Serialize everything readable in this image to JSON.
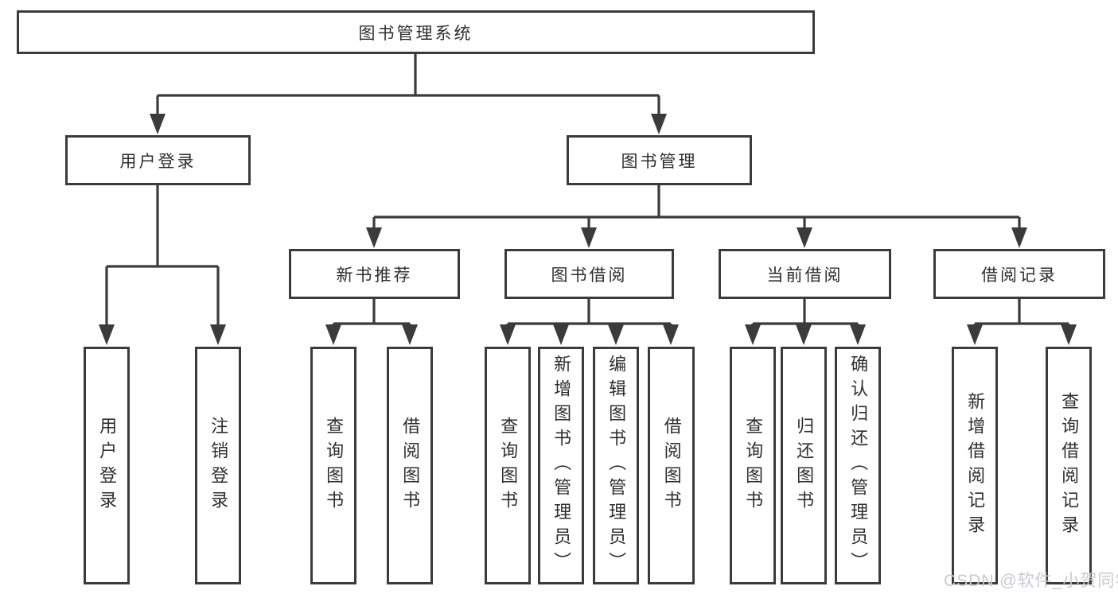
{
  "nodes": {
    "root": "图书管理系统",
    "userLogin": "用户登录",
    "bookMgmt": "图书管理",
    "newBookRec": "新书推荐",
    "bookBorrow": "图书借阅",
    "currentBorrow": "当前借阅",
    "borrowRecords": "借阅记录"
  },
  "leaves": {
    "userLogin": [
      "用户登录",
      "注销登录"
    ],
    "newBookRec": [
      "查询图书",
      "借阅图书"
    ],
    "bookBorrow": [
      "查询图书",
      "新增图书（管理员）",
      "编辑图书（管理员）",
      "借阅图书"
    ],
    "currentBorrow": [
      "查询图书",
      "归还图书",
      "确认归还（管理员）"
    ],
    "borrowRecords": [
      "新增借阅记录",
      "查询借阅记录"
    ]
  },
  "watermark": "CSDN @软件_小贺同学",
  "colors": {
    "line": "#3b3b3b",
    "text": "#2e2e2e",
    "watermark": "#c9c9d2",
    "background": "#ffffff"
  }
}
